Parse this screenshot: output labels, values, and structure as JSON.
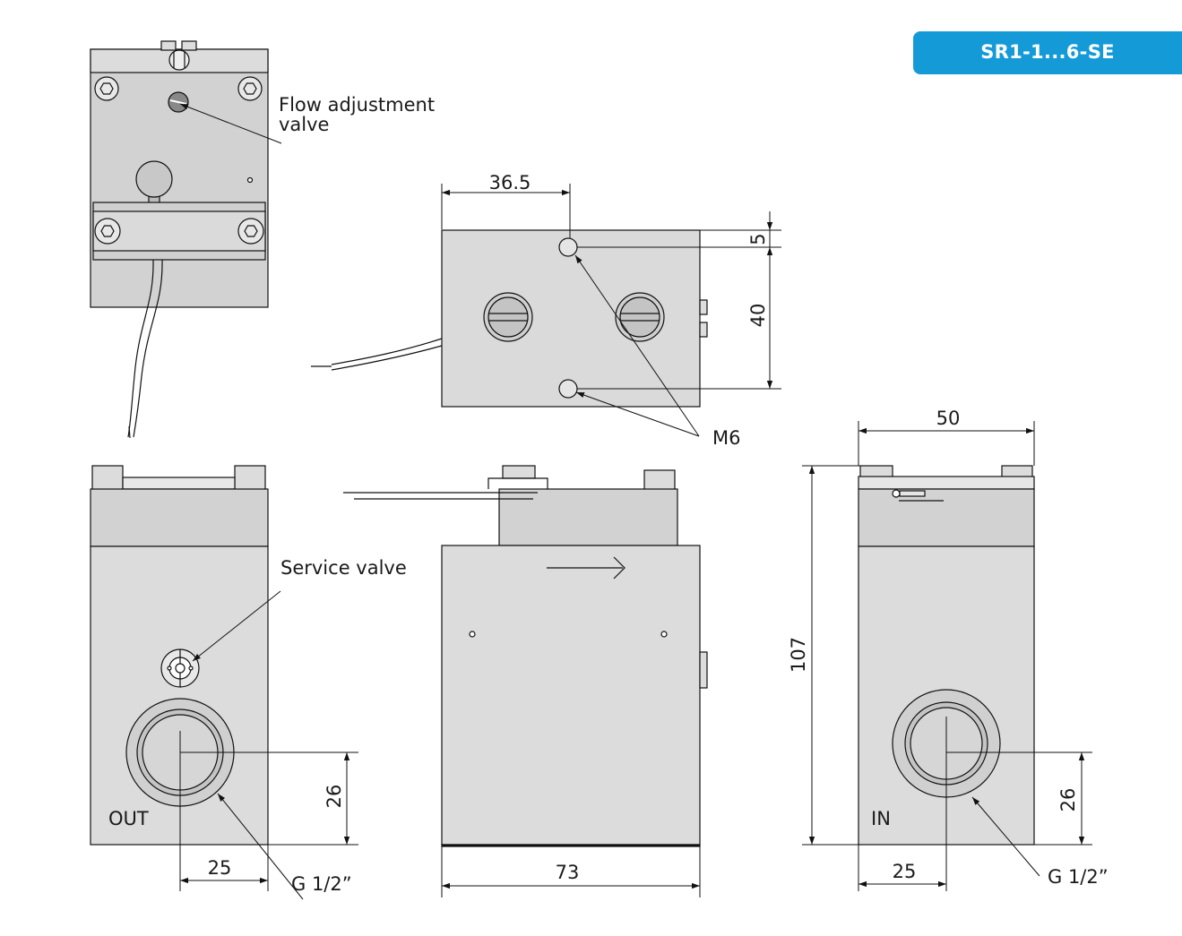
{
  "badge": {
    "model": "SR1-1...6-SE",
    "color": "#159ad8"
  },
  "labels": {
    "flow_line1": "Flow adjustment",
    "flow_line2": "valve",
    "service_valve": "Service valve",
    "out": "OUT",
    "in": "IN",
    "m6": "M6",
    "thread_left": "G 1/2”",
    "thread_right": "G 1/2”"
  },
  "dimensions": {
    "top_offset": "36.5",
    "hole_edge": "5",
    "hole_spacing": "40",
    "width_side": "50",
    "height": "107",
    "port_height_left": "26",
    "port_offset_left": "25",
    "length": "73",
    "port_height_right": "26",
    "port_offset_right": "25"
  }
}
